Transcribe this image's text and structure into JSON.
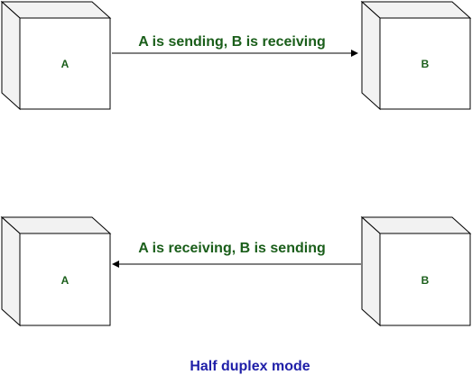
{
  "colors": {
    "text_green": "#1a5e1a",
    "caption_blue": "#1f1fa8",
    "stroke": "#000000",
    "box_face": "#ffffff",
    "box_side": "#f2f2f2"
  },
  "scene_top": {
    "node_a": "A",
    "node_b": "B",
    "message": "A is sending, B is receiving",
    "arrow_direction": "A-to-B"
  },
  "scene_bottom": {
    "node_a": "A",
    "node_b": "B",
    "message": "A is receiving, B is sending",
    "arrow_direction": "B-to-A"
  },
  "caption": "Half duplex mode"
}
